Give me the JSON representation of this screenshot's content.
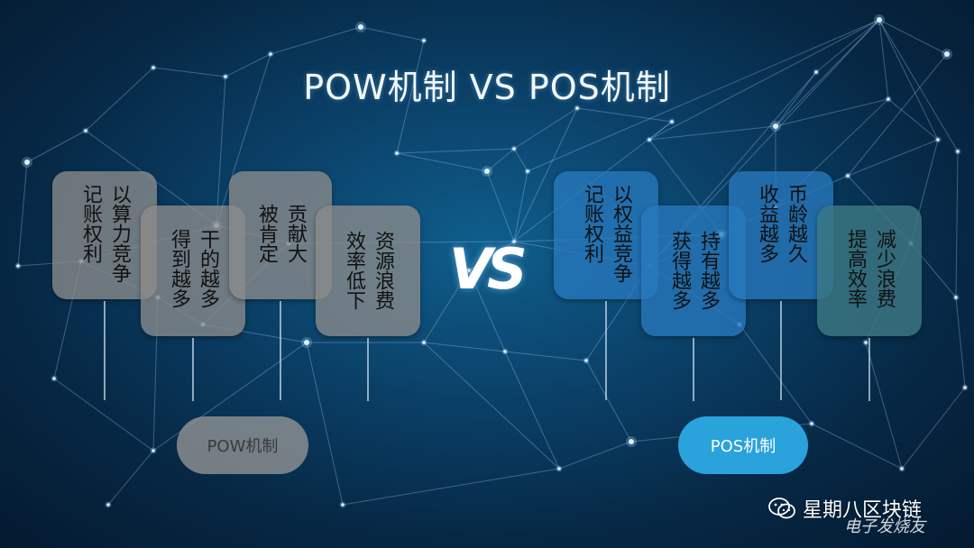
{
  "title": "POW机制 VS POS机制",
  "vs_text": "VS",
  "pow": {
    "label": "POW机制",
    "cards": [
      {
        "cols": [
          "记账权利",
          "以算力竞争"
        ]
      },
      {
        "cols": [
          "得到越多",
          "干的越多"
        ]
      },
      {
        "cols": [
          "被肯定",
          "贡献大"
        ]
      },
      {
        "cols": [
          "效率低下",
          "资源浪费"
        ]
      }
    ]
  },
  "pos": {
    "label": "POS机制",
    "cards": [
      {
        "cols": [
          "记账权利",
          "以权益竞争"
        ]
      },
      {
        "cols": [
          "获得越多",
          "持有越多"
        ]
      },
      {
        "cols": [
          "收益越多",
          "币龄越久"
        ]
      },
      {
        "cols": [
          "提高效率",
          "减少浪费"
        ]
      }
    ]
  },
  "watermark": {
    "account": "星期八区块链",
    "site": "电子发烧友",
    "icon": "wechat-icon"
  },
  "colors": {
    "card_gray": "#8c8c8c",
    "card_blue": "#2878be",
    "card_teal": "#3c7882",
    "pill_blue": "#2aa2dc"
  }
}
